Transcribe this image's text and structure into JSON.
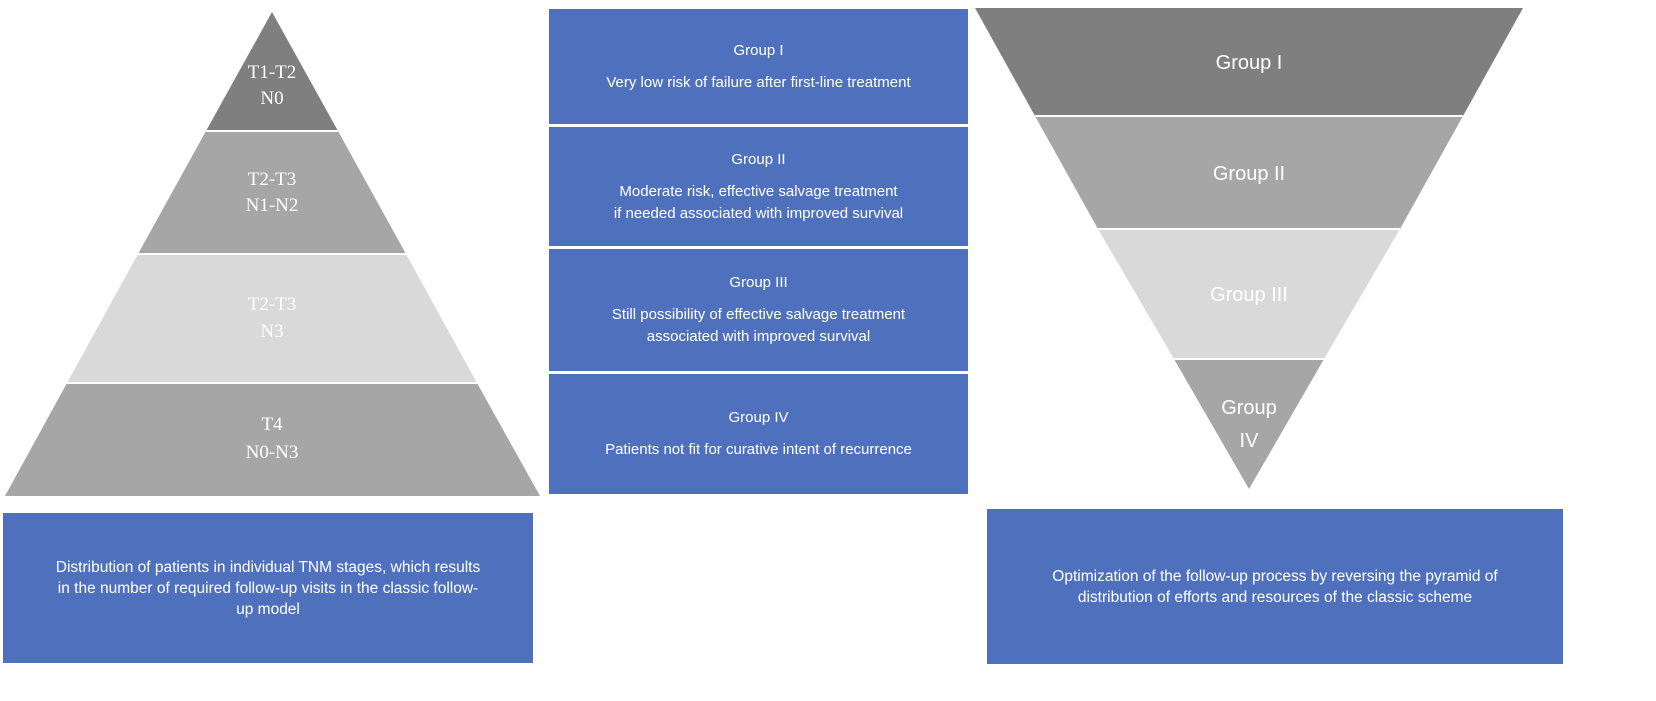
{
  "left_pyramid": {
    "tiers": [
      {
        "line1": "T1-T2",
        "line2": "N0",
        "fill": "#7f7f7f",
        "text_color": "#ffffff"
      },
      {
        "line1": "T2-T3",
        "line2": "N1-N2",
        "fill": "#a6a6a6",
        "text_color": "#ffffff"
      },
      {
        "line1": "T2-T3",
        "line2": "N3",
        "fill": "#d9d9d9",
        "text_color": "#ffffff"
      },
      {
        "line1": "T4",
        "line2": "N0-N3",
        "fill": "#a6a6a6",
        "text_color": "#ffffff"
      }
    ]
  },
  "groups": [
    {
      "title": "Group I",
      "desc_line1": "Very low risk of failure after first-line treatment",
      "desc_line2": ""
    },
    {
      "title": "Group II",
      "desc_line1": "Moderate risk, effective salvage treatment",
      "desc_line2": "if needed associated with improved survival"
    },
    {
      "title": "Group III",
      "desc_line1": "Still possibility of effective salvage treatment",
      "desc_line2": "associated with improved survival"
    },
    {
      "title": "Group IV",
      "desc_line1": "Patients not fit for curative intent of recurrence",
      "desc_line2": ""
    }
  ],
  "right_pyramid": {
    "tiers": [
      {
        "line1": "Group I",
        "line2": "",
        "fill": "#7f7f7f",
        "text_color": "#ffffff"
      },
      {
        "line1": "Group II",
        "line2": "",
        "fill": "#a6a6a6",
        "text_color": "#ffffff"
      },
      {
        "line1": "Group III",
        "line2": "",
        "fill": "#d9d9d9",
        "text_color": "#ffffff"
      },
      {
        "line1": "Group",
        "line2": "IV",
        "fill": "#a6a6a6",
        "text_color": "#ffffff"
      }
    ]
  },
  "captions": {
    "left": {
      "line1": "Distribution of patients in individual TNM stages, which results",
      "line2": "in the number of required follow-up visits in the classic follow-",
      "line3": "up model"
    },
    "right": {
      "line1": "Optimization of the follow-up process by reversing the pyramid of",
      "line2": "distribution of efforts and resources of the classic scheme"
    }
  },
  "colors": {
    "box_blue": "#4f71bd",
    "divider": "#ffffff"
  }
}
